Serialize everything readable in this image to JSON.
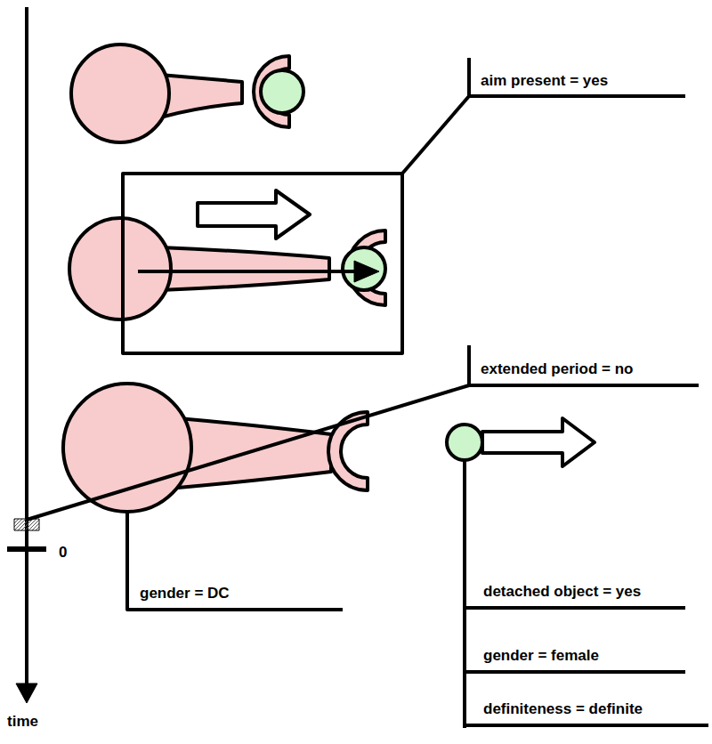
{
  "diagram": {
    "labels": [
      "aim present = yes",
      "extended period = no",
      "gender = DC",
      "detached object = yes",
      "gender = female",
      "definiteness = definite",
      "0",
      "time"
    ]
  }
}
